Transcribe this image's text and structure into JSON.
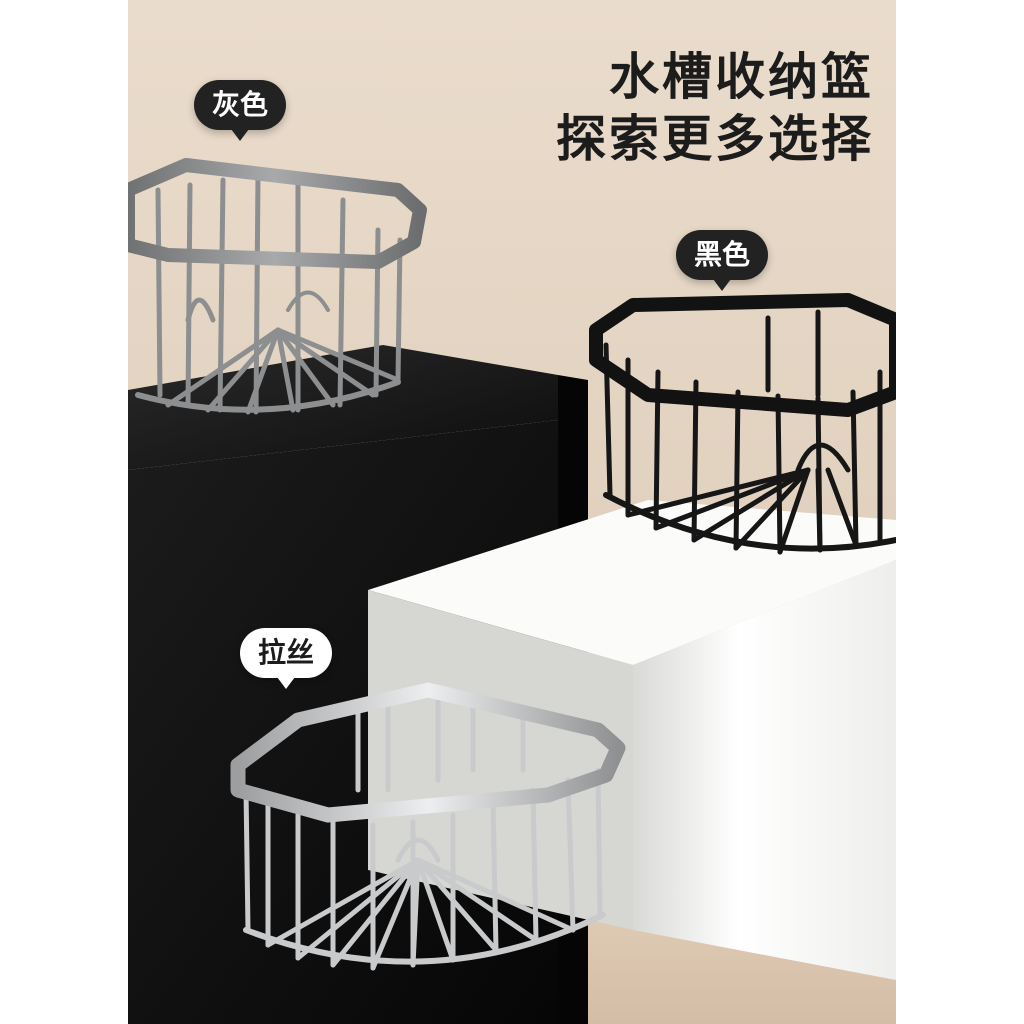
{
  "headline": {
    "line1": "水槽收纳篮",
    "line2": "探索更多选择"
  },
  "labels": {
    "gray": "灰色",
    "black": "黑色",
    "brushed": "拉丝"
  },
  "colors": {
    "background": "#e9dccd",
    "black_block": "#111111",
    "white_block": "#f4f4f2",
    "gray_basket": "#8a8c8e",
    "black_basket": "#151515",
    "brushed_basket": "#c4c6c8"
  }
}
